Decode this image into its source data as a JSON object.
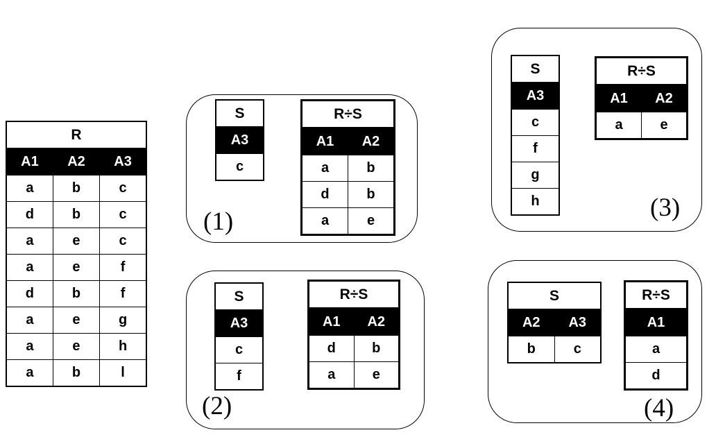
{
  "colors": {
    "header_bg": "#000000",
    "header_fg": "#ffffff",
    "border": "#000000",
    "background": "#ffffff"
  },
  "relation_r": {
    "title": "R",
    "columns": [
      "A1",
      "A2",
      "A3"
    ],
    "rows": [
      [
        "a",
        "b",
        "c"
      ],
      [
        "d",
        "b",
        "c"
      ],
      [
        "a",
        "e",
        "c"
      ],
      [
        "a",
        "e",
        "f"
      ],
      [
        "d",
        "b",
        "f"
      ],
      [
        "a",
        "e",
        "g"
      ],
      [
        "a",
        "e",
        "h"
      ],
      [
        "a",
        "b",
        "l"
      ]
    ]
  },
  "examples": [
    {
      "label": "(1)",
      "s": {
        "title": "S",
        "columns": [
          "A3"
        ],
        "rows": [
          [
            "c"
          ]
        ]
      },
      "result": {
        "title": "R÷S",
        "columns": [
          "A1",
          "A2"
        ],
        "rows": [
          [
            "a",
            "b"
          ],
          [
            "d",
            "b"
          ],
          [
            "a",
            "e"
          ]
        ]
      }
    },
    {
      "label": "(2)",
      "s": {
        "title": "S",
        "columns": [
          "A3"
        ],
        "rows": [
          [
            "c"
          ],
          [
            "f"
          ]
        ]
      },
      "result": {
        "title": "R÷S",
        "columns": [
          "A1",
          "A2"
        ],
        "rows": [
          [
            "d",
            "b"
          ],
          [
            "a",
            "e"
          ]
        ]
      }
    },
    {
      "label": "(3)",
      "s": {
        "title": "S",
        "columns": [
          "A3"
        ],
        "rows": [
          [
            "c"
          ],
          [
            "f"
          ],
          [
            "g"
          ],
          [
            "h"
          ]
        ]
      },
      "result": {
        "title": "R÷S",
        "columns": [
          "A1",
          "A2"
        ],
        "rows": [
          [
            "a",
            "e"
          ]
        ]
      }
    },
    {
      "label": "(4)",
      "s": {
        "title": "S",
        "columns": [
          "A2",
          "A3"
        ],
        "rows": [
          [
            "b",
            "c"
          ]
        ]
      },
      "result": {
        "title": "R÷S",
        "columns": [
          "A1"
        ],
        "rows": [
          [
            "a"
          ],
          [
            "d"
          ]
        ]
      }
    }
  ]
}
